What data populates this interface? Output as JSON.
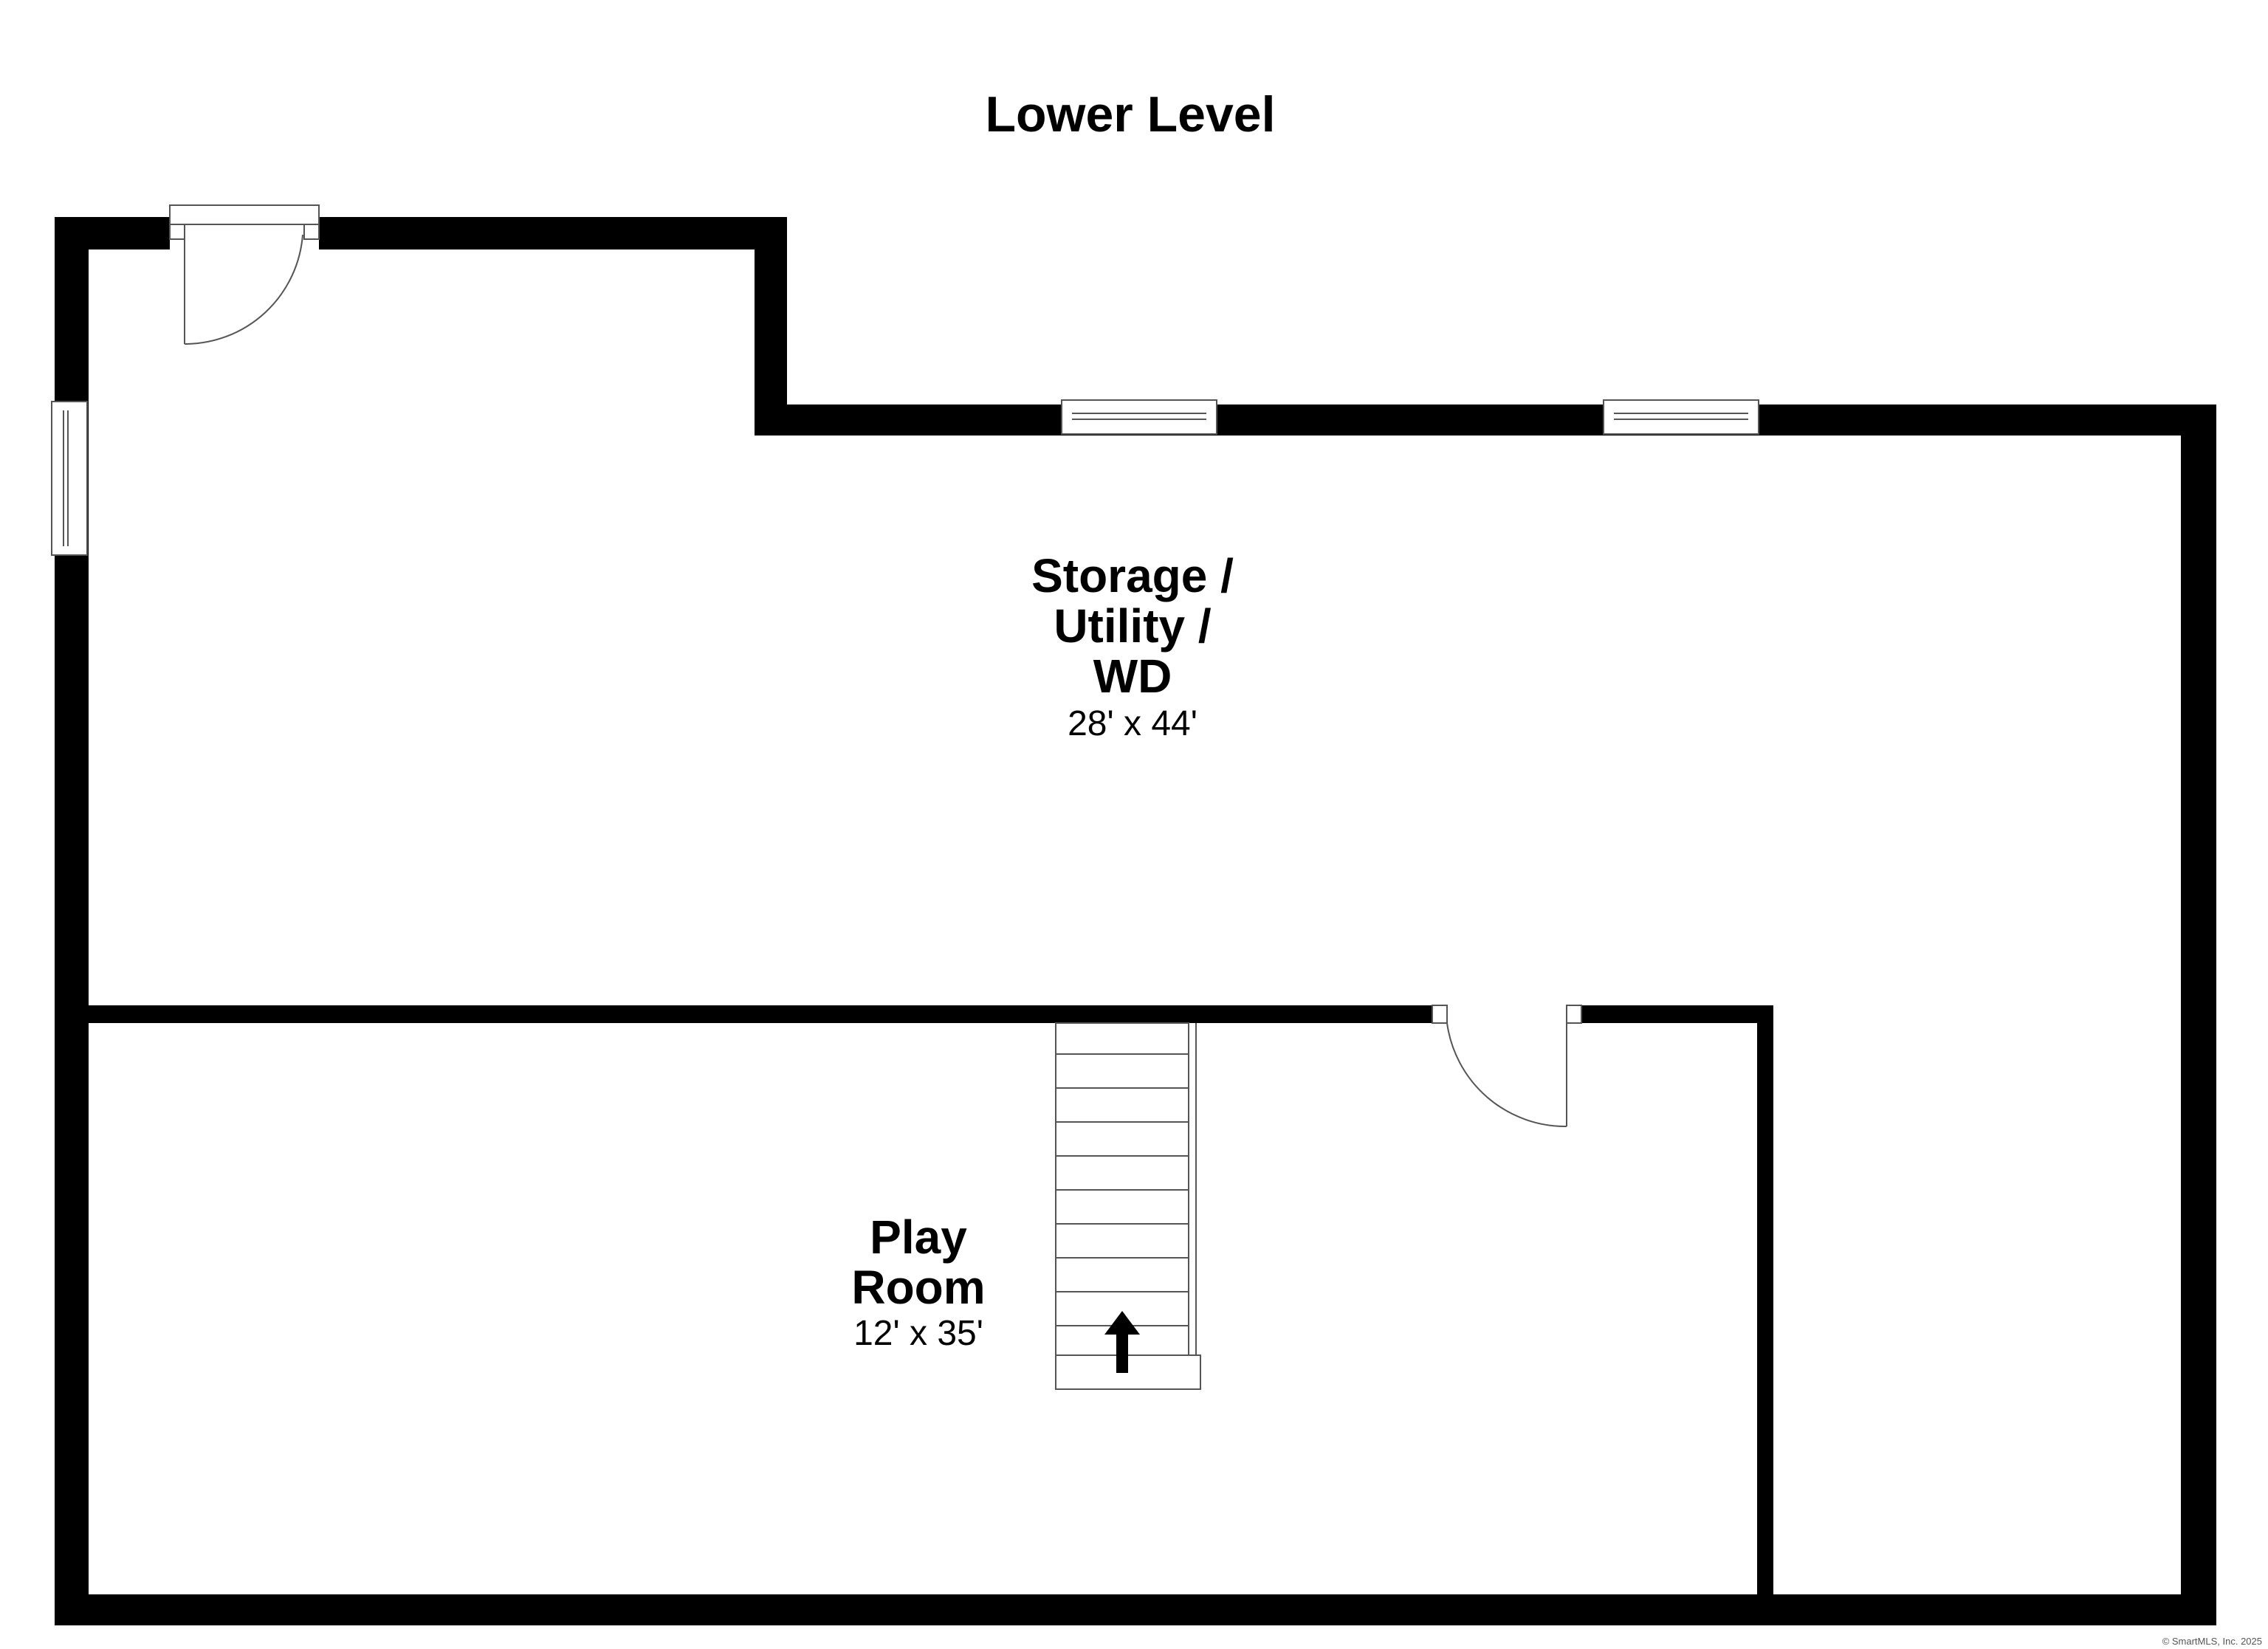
{
  "floor_title": "Lower Level",
  "rooms": [
    {
      "name_lines": [
        "Storage /",
        "Utility /",
        "WD"
      ],
      "dimensions": "28' x 44'"
    },
    {
      "name_lines": [
        "Play",
        "Room"
      ],
      "dimensions": "12' x 35'"
    }
  ],
  "credit": "© SmartMLS, Inc. 2025",
  "colors": {
    "wall": "#000000",
    "background": "#ffffff",
    "fixture_stroke": "#555555"
  },
  "icons": [
    "stair-up-arrow-icon"
  ]
}
